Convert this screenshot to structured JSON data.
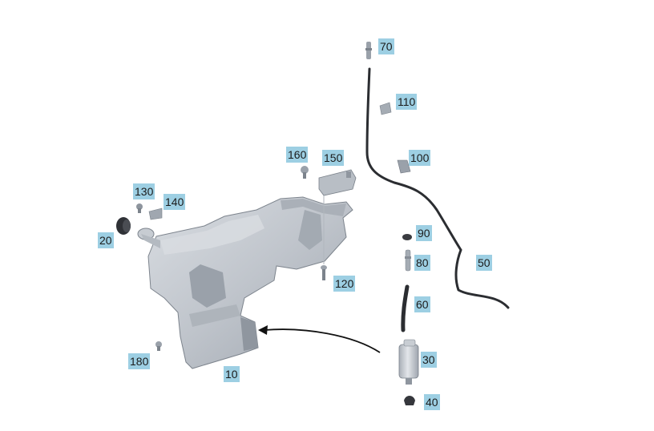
{
  "diagram": {
    "parts": [
      {
        "id": "p10",
        "label": "10"
      },
      {
        "id": "p20",
        "label": "20"
      },
      {
        "id": "p30",
        "label": "30"
      },
      {
        "id": "p40",
        "label": "40"
      },
      {
        "id": "p50",
        "label": "50"
      },
      {
        "id": "p60",
        "label": "60"
      },
      {
        "id": "p70",
        "label": "70"
      },
      {
        "id": "p80",
        "label": "80"
      },
      {
        "id": "p90",
        "label": "90"
      },
      {
        "id": "p100",
        "label": "100"
      },
      {
        "id": "p110",
        "label": "110"
      },
      {
        "id": "p120",
        "label": "120"
      },
      {
        "id": "p130",
        "label": "130"
      },
      {
        "id": "p140",
        "label": "140"
      },
      {
        "id": "p150",
        "label": "150"
      },
      {
        "id": "p160",
        "label": "160"
      },
      {
        "id": "p180",
        "label": "180"
      }
    ],
    "colors": {
      "callout_bg": "#9dcfe3",
      "part_fill": "#c3c8cf",
      "part_shadow": "#9aa1aa",
      "hose": "#2b2d31",
      "arrow": "#111111"
    }
  }
}
